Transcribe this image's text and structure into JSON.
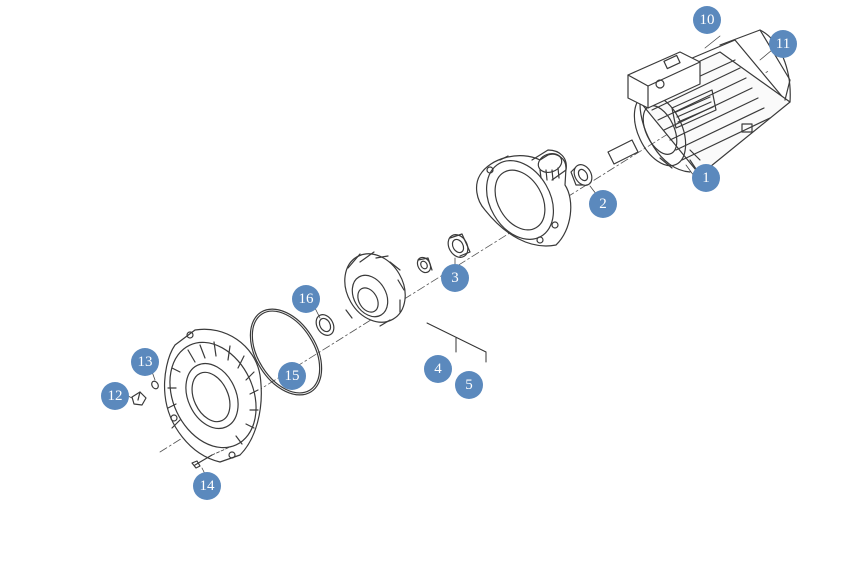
{
  "colors": {
    "bubble": "#5b89bd",
    "line": "#333333",
    "ink": "#3a3a3a"
  },
  "callouts": [
    {
      "id": "c1",
      "text": "1"
    },
    {
      "id": "c2",
      "text": "2"
    },
    {
      "id": "c3",
      "text": "3"
    },
    {
      "id": "c4",
      "text": "4"
    },
    {
      "id": "c5",
      "text": "5"
    },
    {
      "id": "c10",
      "text": "10"
    },
    {
      "id": "c11",
      "text": "11"
    },
    {
      "id": "c12",
      "text": "12"
    },
    {
      "id": "c13",
      "text": "13"
    },
    {
      "id": "c14",
      "text": "14"
    },
    {
      "id": "c15",
      "text": "15"
    },
    {
      "id": "c16",
      "text": "16"
    }
  ]
}
